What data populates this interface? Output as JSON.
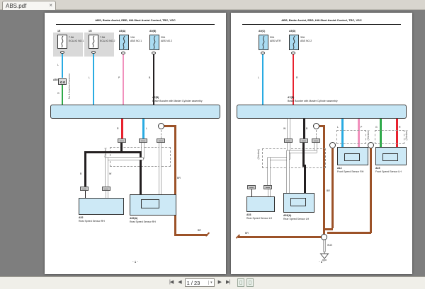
{
  "tab": {
    "title": "ABS.pdf",
    "close": "×"
  },
  "toolbar": {
    "first": "|◀",
    "prev": "◀",
    "page": "1 / 23",
    "caret": "▾",
    "next": "▶",
    "last": "▶|"
  },
  "shared": {
    "title": "ABS, Brake Assist, EBD, Hill-Start Assist Control, TRC, VSC",
    "shielded": "(Shielded)",
    "bus_code": "A7(B)",
    "bus_name": "Brake Booster with Master Cylinder assembly",
    "wire_colors": {
      "cyan": "#29abe2",
      "pink": "#f191bd",
      "red": "#e8212e",
      "green": "#2faa4a",
      "black": "#231f20",
      "brown": "#9c5228",
      "white": "#ffffff"
    }
  },
  "page1": {
    "number": "- 1 -",
    "fuses": [
      {
        "code": "1E",
        "amp": "7.5A",
        "name": "ECU-IG NO.1"
      },
      {
        "code": "1G",
        "amp": "7.5A",
        "name": "ECU-IG NO.2"
      },
      {
        "code": "A9(A)",
        "amp": "10A",
        "name": "ABS NO.1"
      },
      {
        "code": "A9(B)",
        "amp": "30A",
        "name": "ABS NO.2"
      }
    ],
    "jc": {
      "code": "A38",
      "name": "No. 1 Junction Connector"
    },
    "wires": {
      "w1": "L",
      "g1": "G",
      "w2": "L",
      "w3": "P",
      "w4": "B",
      "red": "R",
      "cyan": "L",
      "brown": "BR",
      "black": "B",
      "white": "W"
    },
    "boxes": [
      {
        "code": "A52",
        "name": "Rear Speed Sensor RH"
      },
      {
        "code": "A52(A)",
        "name": "Rear Speed Sensor RH"
      }
    ]
  },
  "page2": {
    "number": "- 2 -",
    "fuses": [
      {
        "code": "A9(C)",
        "amp": "50A",
        "name": "ABS MTR"
      },
      {
        "code": "A9(D)",
        "amp": "30A",
        "name": "ABS NO.2"
      }
    ],
    "wires": {
      "w1": "L",
      "w2": "R",
      "white": "W",
      "black": "B",
      "cyan": "L",
      "pink": "P",
      "green": "G",
      "red": "R",
      "brown": "BR",
      "ground": "W-B"
    },
    "boxes": [
      {
        "code": "A53",
        "name": "Rear Speed Sensor LH"
      },
      {
        "code": "A53(A)",
        "name": "Rear Speed Sensor LH"
      },
      {
        "code": "A14",
        "name": "Front Speed Sensor RH"
      },
      {
        "code": "A15",
        "name": "Front Speed Sensor LH"
      }
    ]
  }
}
